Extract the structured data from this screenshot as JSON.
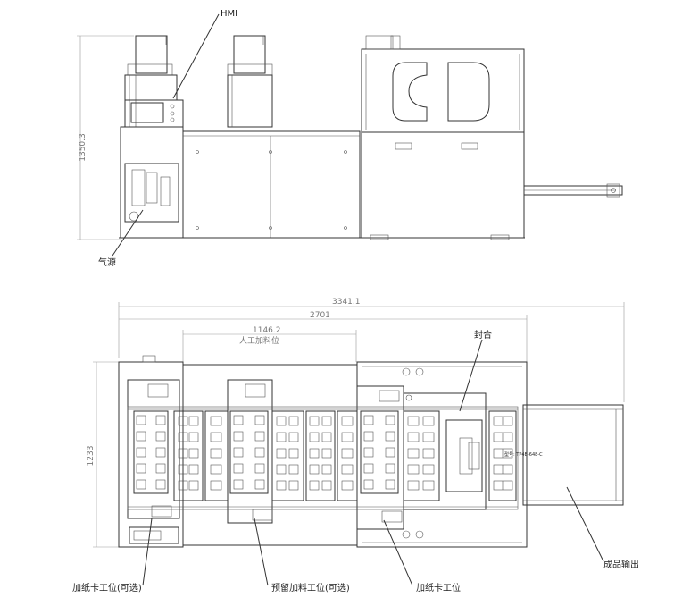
{
  "front_view": {
    "height_dim": "1350.3",
    "labels": {
      "hmi": "HMI",
      "air_source": "气源"
    }
  },
  "top_view": {
    "overall_length": "3341.1",
    "frame_length": "2701",
    "manual_zone_dim": "1146.2",
    "manual_zone_label": "人工加料位",
    "depth_dim": "1233",
    "labels": {
      "seal": "封合",
      "output": "成品输出",
      "card_station_optional": "加纸卡工位(可选)",
      "reserved_feed_optional": "预留加料工位(可选)",
      "card_station": "加纸卡工位"
    },
    "model_text": "型号: TP4B-648-C"
  }
}
